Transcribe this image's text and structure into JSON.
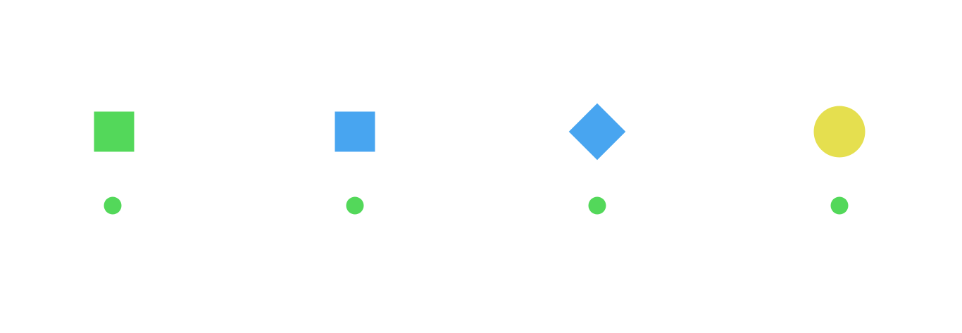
{
  "items": [
    {
      "shape": "square",
      "shape_color": "#53d85a",
      "indicator_color": "#53d85a"
    },
    {
      "shape": "square",
      "shape_color": "#48a5f0",
      "indicator_color": "#53d85a"
    },
    {
      "shape": "diamond",
      "shape_color": "#48a5f0",
      "indicator_color": "#53d85a"
    },
    {
      "shape": "circle",
      "shape_color": "#e5df4f",
      "indicator_color": "#53d85a"
    }
  ]
}
